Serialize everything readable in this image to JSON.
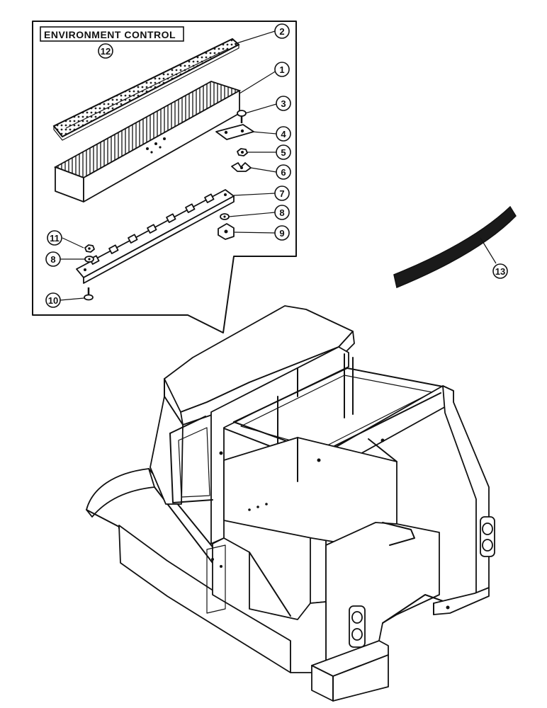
{
  "inset": {
    "title": "ENVIRONMENT CONTROL",
    "title_ref": "12"
  },
  "callouts": {
    "c1": "1",
    "c2": "2",
    "c3": "3",
    "c4": "4",
    "c5": "5",
    "c6": "6",
    "c7": "7",
    "c8a": "8",
    "c8b": "8",
    "c9": "9",
    "c10": "10",
    "c11": "11",
    "c13": "13"
  }
}
